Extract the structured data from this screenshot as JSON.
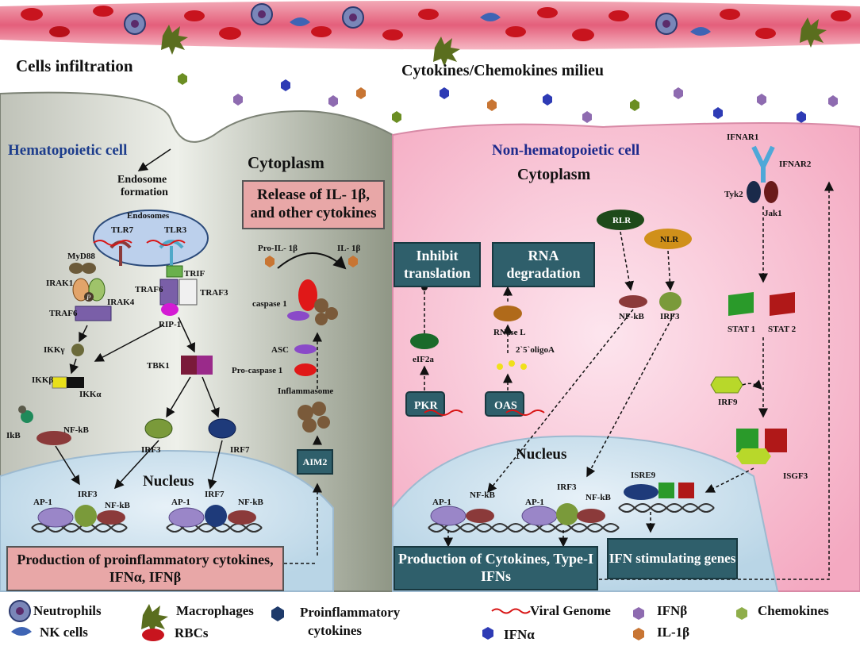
{
  "header": {
    "cells_infiltration": "Cells infiltration",
    "milieu": "Cytokines/Chemokines  milieu"
  },
  "left": {
    "cell_title": "Hematopoietic cell",
    "cytoplasm": "Cytoplasm",
    "endosome_formation_1": "Endosome",
    "endosome_formation_2": "formation",
    "endosomes": "Endosomes",
    "tlr7": "TLR7",
    "tlr3": "TLR3",
    "myd88": "MyD88",
    "trif": "TRIF",
    "irak1": "IRAK1",
    "irak4": "IRAK4",
    "traf6_a": "TRAF6",
    "traf6_b": "TRAF6",
    "traf3": "TRAF3",
    "rip1": "RIP-1",
    "ikkg": "IKKγ",
    "ikkb": "IKKβ",
    "ikka": "IKKα",
    "ikb": "IkB",
    "nfkb": "NF-kB",
    "tbk1": "TBK1",
    "irf3": "IRF3",
    "irf7": "IRF7",
    "release_box": "Release of IL- 1β, and other cytokines",
    "pro_il1b": "Pro-IL- 1β",
    "il1b": "IL- 1β",
    "caspase1": "caspase 1",
    "asc": "ASC",
    "procaspase1": "Pro-caspase 1",
    "inflammasome": "Inflammasome",
    "aim2": "AIM2",
    "nucleus": "Nucleus",
    "ap1_a": "AP-1",
    "irf3_n": "IRF3",
    "nfkb_a": "NF-kB",
    "ap1_b": "AP-1",
    "irf7_n": "IRF7",
    "nfkb_b": "NF-kB",
    "production_box": "Production of proinflammatory cytokines, IFNα, IFNβ"
  },
  "right": {
    "cell_title": "Non-hematopoietic cell",
    "cytoplasm": "Cytoplasm",
    "ifnar1": "IFNAR1",
    "ifnar2": "IFNAR2",
    "tyk2": "Tyk2",
    "jak1": "Jak1",
    "rlr": "RLR",
    "nlr": "NLR",
    "inhibit_box": "Inhibit translation",
    "rna_box": "RNA degradation",
    "eif2a": "eIF2a",
    "rnasel": "RNase L",
    "oligoa": "2`5`oligoA",
    "pkr": "PKR",
    "oas": "OAS",
    "nfkb": "NF-kB",
    "irf3": "IRF3",
    "stat1": "STAT 1",
    "stat2": "STAT 2",
    "irf9": "IRF9",
    "isgf3": "ISGF3",
    "nucleus": "Nucleus",
    "ap1_a": "AP-1",
    "nfkb_a": "NF-kB",
    "ap1_b": "AP-1",
    "irf3_n": "IRF3",
    "nfkb_b": "NF-kB",
    "isre9": "ISRE9",
    "production_box": "Production of  Cytokines, Type-I IFNs",
    "ifn_box": "IFN stimulating genes"
  },
  "phospho": "P",
  "legend": {
    "neutrophils": "Neutrophils",
    "nk_cells": "NK cells",
    "macrophages": "Macrophages",
    "rbcs": "RBCs",
    "proinflammatory_1": "Proinflammatory",
    "proinflammatory_2": "cytokines",
    "viral_genome": "Viral Genome",
    "ifna": "IFNα",
    "ifnb": "IFNβ",
    "il1b": "IL-1β",
    "chemokines": "Chemokines"
  },
  "colors": {
    "left_cell": "#8e9484",
    "right_cell": "#f6b9cc",
    "nucleus": "#cfe3ef",
    "teal_box": "#2f5f6b",
    "pink_box": "#e8a7a7",
    "vessel": "#e86f86",
    "rbc": "#c8141e"
  }
}
